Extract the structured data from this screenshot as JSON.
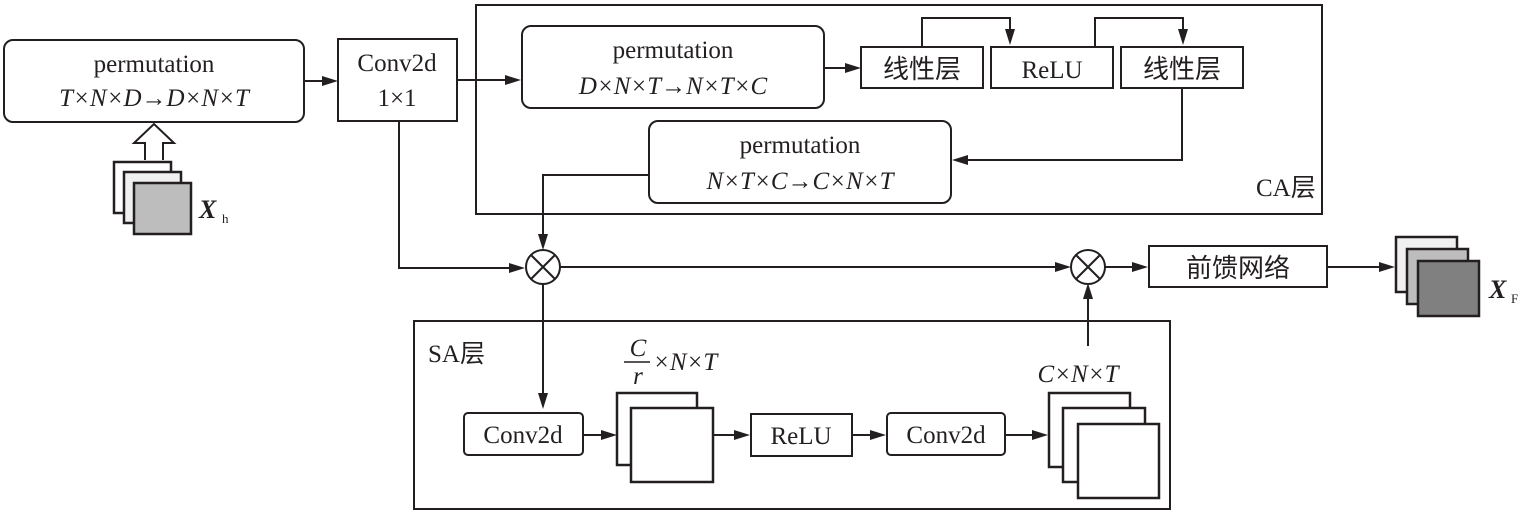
{
  "input": {
    "tensor_symbol": "X",
    "tensor_subscript": "h",
    "stack_colors": [
      "#ffffff",
      "#f0f0f0",
      "#bdbdbd"
    ]
  },
  "output": {
    "tensor_symbol": "X",
    "tensor_subscript": "F",
    "stack_colors": [
      "#f0f0f0",
      "#bdbdbd",
      "#808080"
    ]
  },
  "blocks": {
    "perm_in": {
      "title": "permutation",
      "formula": "T×N×D→D×N×T"
    },
    "conv_1x1": {
      "title": "Conv2d",
      "kernel": "1×1"
    },
    "perm_ca_in": {
      "title": "permutation",
      "formula": "D×N×T→N×T×C"
    },
    "linear_1": {
      "label": "线性层"
    },
    "relu_ca": {
      "label": "ReLU"
    },
    "linear_2": {
      "label": "线性层"
    },
    "perm_ca_out": {
      "title": "permutation",
      "formula": "N×T×C→C×N×T"
    },
    "feedforward": {
      "label": "前馈网络"
    },
    "sa_conv_1": {
      "label": "Conv2d"
    },
    "sa_relu": {
      "label": "ReLU"
    },
    "sa_conv_2": {
      "label": "Conv2d"
    }
  },
  "groups": {
    "ca": {
      "label": "CA层"
    },
    "sa": {
      "label": "SA层"
    }
  },
  "shapes": {
    "reduced": {
      "num": "C",
      "den": "r",
      "rest": "×N×T"
    },
    "full": {
      "text": "C×N×T"
    }
  },
  "operators": {
    "multiply_1": "⊗",
    "multiply_2": "⊗"
  }
}
